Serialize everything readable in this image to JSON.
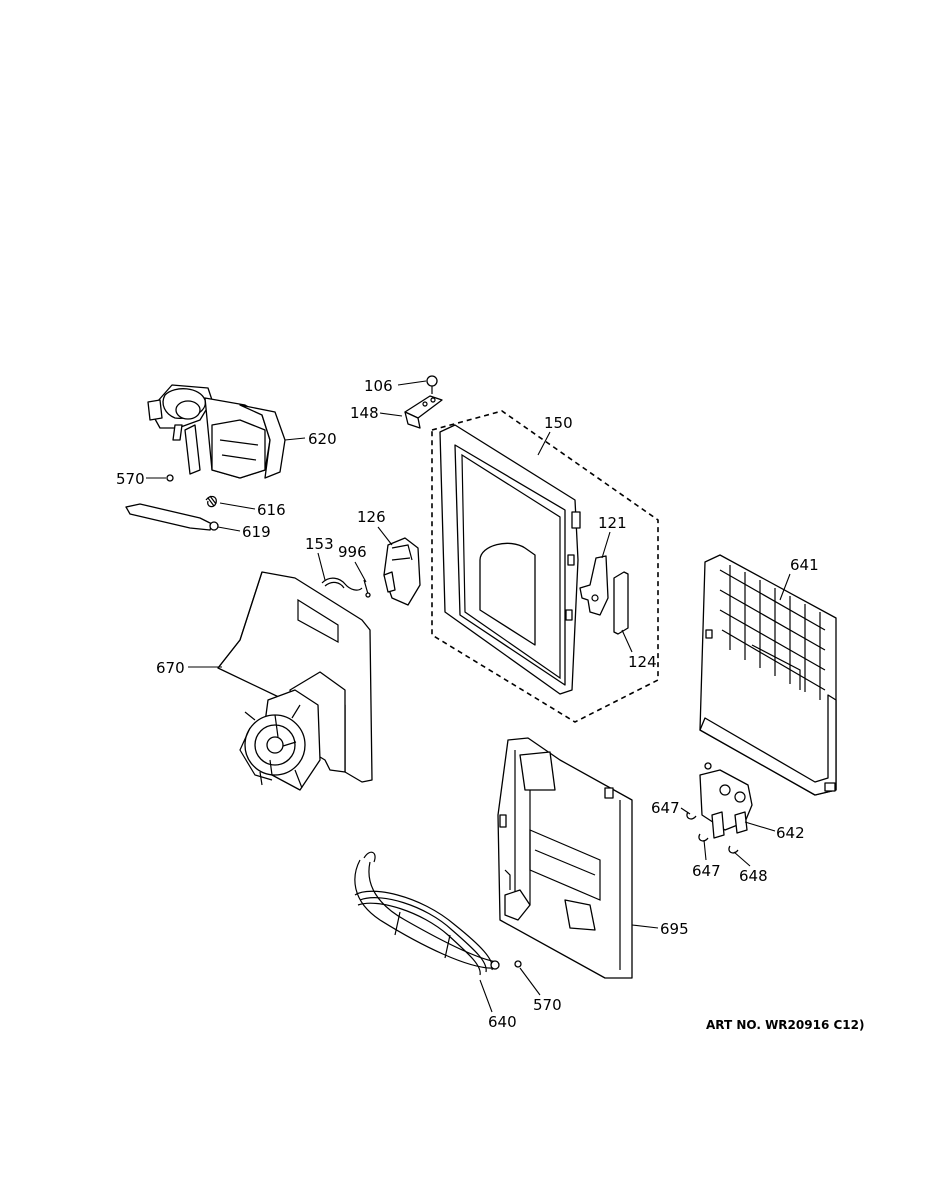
{
  "diagram": {
    "parts": [
      {
        "id": "p106",
        "label": "106"
      },
      {
        "id": "p148",
        "label": "148"
      },
      {
        "id": "p150",
        "label": "150"
      },
      {
        "id": "p620",
        "label": "620"
      },
      {
        "id": "p570a",
        "label": "570"
      },
      {
        "id": "p616",
        "label": "616"
      },
      {
        "id": "p619",
        "label": "619"
      },
      {
        "id": "p126",
        "label": "126"
      },
      {
        "id": "p153",
        "label": "153"
      },
      {
        "id": "p996",
        "label": "996"
      },
      {
        "id": "p121",
        "label": "121"
      },
      {
        "id": "p124",
        "label": "124"
      },
      {
        "id": "p641",
        "label": "641"
      },
      {
        "id": "p670",
        "label": "670"
      },
      {
        "id": "p647a",
        "label": "647"
      },
      {
        "id": "p642",
        "label": "642"
      },
      {
        "id": "p647b",
        "label": "647"
      },
      {
        "id": "p648",
        "label": "648"
      },
      {
        "id": "p695",
        "label": "695"
      },
      {
        "id": "p570b",
        "label": "570"
      },
      {
        "id": "p640",
        "label": "640"
      }
    ],
    "art_number": "ART NO. WR20916 C12)"
  }
}
